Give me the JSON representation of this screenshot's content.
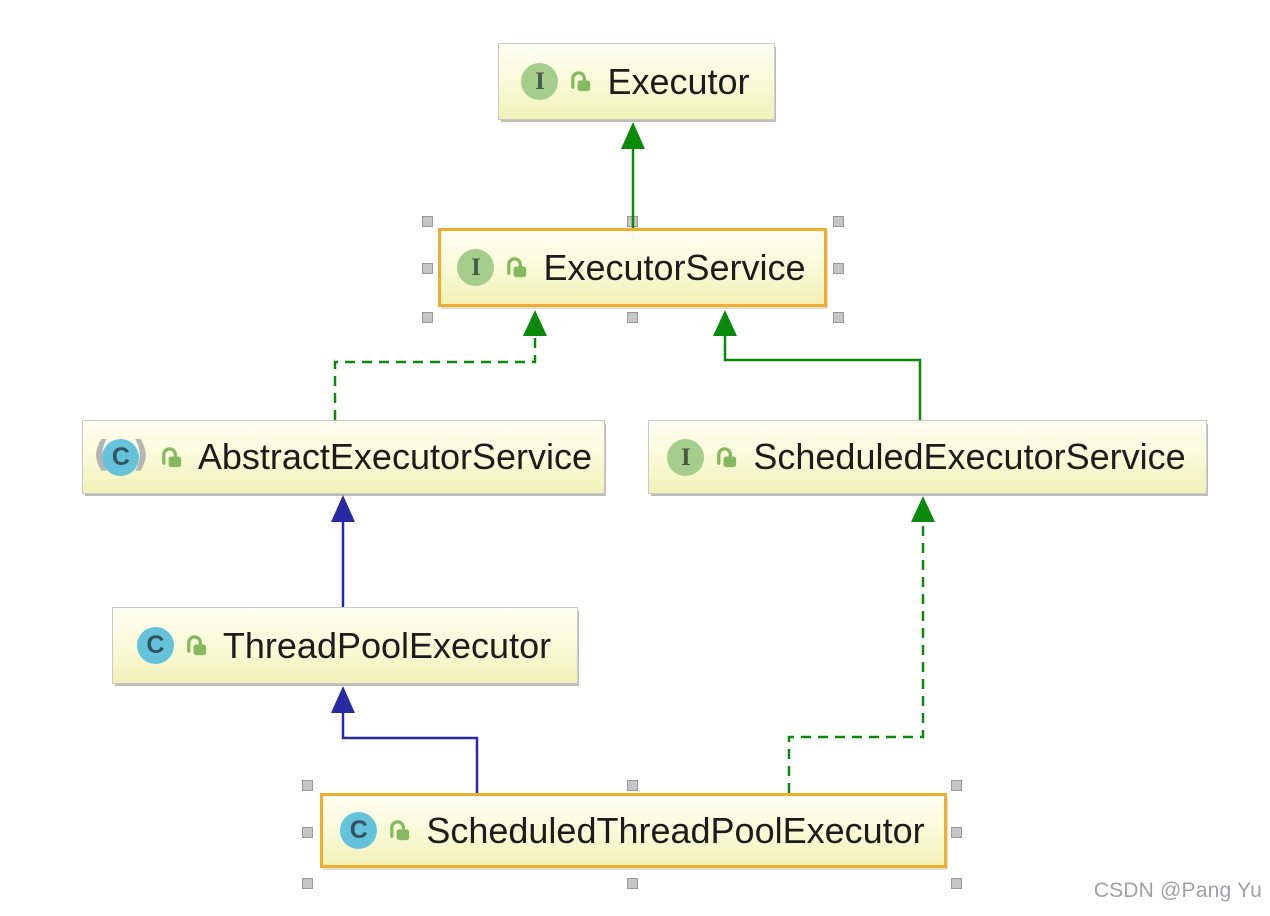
{
  "diagram": {
    "tool": "uml-class-diagram",
    "nodes": [
      {
        "id": "executor",
        "label": "Executor",
        "kind": "interface",
        "icon_letter": "I",
        "visibility": "public",
        "selected": false
      },
      {
        "id": "executor-service",
        "label": "ExecutorService",
        "kind": "interface",
        "icon_letter": "I",
        "visibility": "public",
        "selected": true
      },
      {
        "id": "abstract-executor-service",
        "label": "AbstractExecutorService",
        "kind": "abstract-class",
        "icon_letter": "C",
        "visibility": "public",
        "selected": false
      },
      {
        "id": "scheduled-executor-service",
        "label": "ScheduledExecutorService",
        "kind": "interface",
        "icon_letter": "I",
        "visibility": "public",
        "selected": false
      },
      {
        "id": "thread-pool-executor",
        "label": "ThreadPoolExecutor",
        "kind": "class",
        "icon_letter": "C",
        "visibility": "public",
        "selected": false
      },
      {
        "id": "scheduled-thread-pool-executor",
        "label": "ScheduledThreadPoolExecutor",
        "kind": "class",
        "icon_letter": "C",
        "visibility": "public",
        "selected": true
      }
    ],
    "edges": [
      {
        "from": "ExecutorService",
        "to": "Executor",
        "relation": "extends",
        "line": "solid",
        "color": "green"
      },
      {
        "from": "AbstractExecutorService",
        "to": "ExecutorService",
        "relation": "implements",
        "line": "dashed",
        "color": "green"
      },
      {
        "from": "ScheduledExecutorService",
        "to": "ExecutorService",
        "relation": "extends",
        "line": "solid",
        "color": "green"
      },
      {
        "from": "ThreadPoolExecutor",
        "to": "AbstractExecutorService",
        "relation": "extends",
        "line": "solid",
        "color": "blue"
      },
      {
        "from": "ScheduledThreadPoolExecutor",
        "to": "ThreadPoolExecutor",
        "relation": "extends",
        "line": "solid",
        "color": "blue"
      },
      {
        "from": "ScheduledThreadPoolExecutor",
        "to": "ScheduledExecutorService",
        "relation": "implements",
        "line": "dashed",
        "color": "green"
      }
    ],
    "colors": {
      "node_fill_top": "#fefef2",
      "node_fill_bottom": "#f1f1b8",
      "node_border": "#c9c9c9",
      "selection_border": "#f0ad2e",
      "edge_green": "#0a8a0a",
      "edge_blue": "#2929a3",
      "interface_icon_bg": "#a5cd8c",
      "class_icon_bg": "#64c3db",
      "lock_icon": "#85b95e",
      "handle_fill": "#c6c6c6",
      "watermark_text": "#a0a0a5"
    },
    "watermark": "CSDN @Pang Yu"
  }
}
